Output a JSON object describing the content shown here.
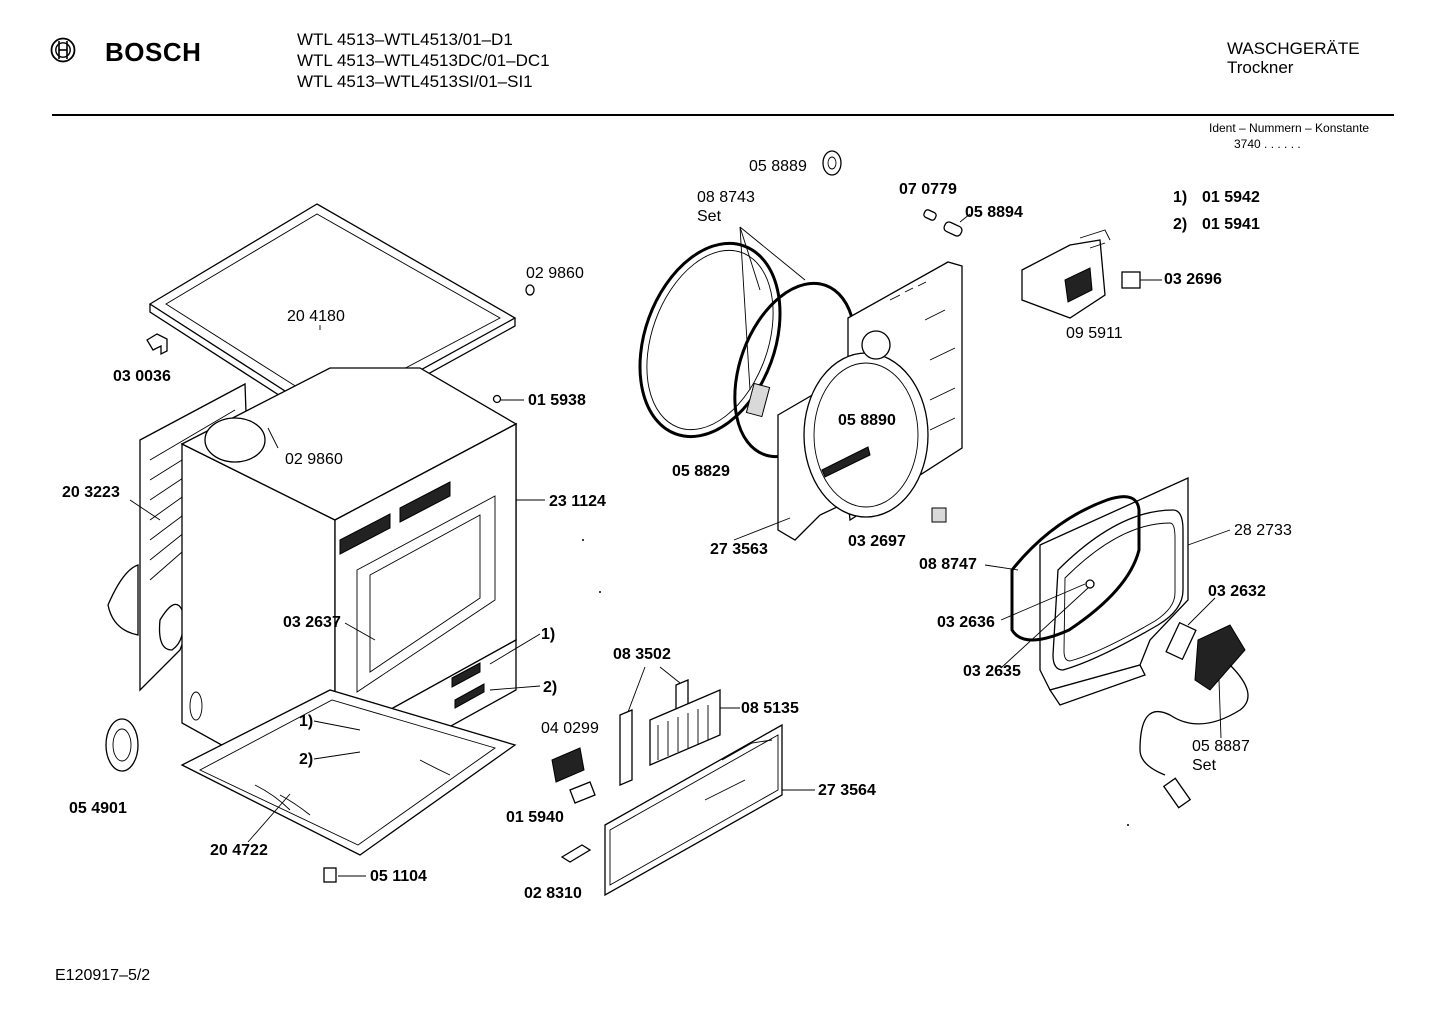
{
  "header": {
    "brand": "BOSCH",
    "models": [
      "WTL 4513–WTL4513/01–D1",
      "WTL 4513–WTL4513DC/01–DC1",
      "WTL 4513–WTL4513SI/01–SI1"
    ],
    "category": "WASCHGERÄTE",
    "subcategory": "Trockner",
    "ident_caption": "Ident – Nummern – Konstante",
    "ident_value": "3740  .  .  .  .  .  ."
  },
  "legend": [
    {
      "mark": "1)",
      "part": "01 5942"
    },
    {
      "mark": "2)",
      "part": "01 5941"
    }
  ],
  "parts": {
    "p204180": "20  4180",
    "p029860a": "02 9860",
    "p029860b": "02 9860",
    "p030036": "03 0036",
    "p015938": "01 5938",
    "p203223": "20 3223",
    "p231124": "23 1124",
    "p032637": "03 2637",
    "m1a": "1)",
    "m2a": "2)",
    "m1b": "1)",
    "m2b": "2)",
    "p054901": "05 4901",
    "p204722": "20 4722",
    "p051104": "05 1104",
    "p058889": "05 8889",
    "p088743": "08 8743",
    "set1": "Set",
    "p070779": "07 0779",
    "p058894": "05 8894",
    "p058890": "05 8890",
    "p058829": "05 8829",
    "p273563": "27 3563",
    "p032697": "03 2697",
    "p032696": "03 2696",
    "p095911": "09 5911",
    "p282733": "28 2733",
    "p088747": "08 8747",
    "p032632": "03 2632",
    "p032636": "03 2636",
    "p032635": "03 2635",
    "p058887": "05 8887",
    "set2": "Set",
    "p083502": "08 3502",
    "p085135": "08 5135",
    "p040299": "04 0299",
    "p015940": "01 5940",
    "p273564": "27 3564",
    "p028310": "02 8310"
  },
  "footer": {
    "code": "E120917–5/2"
  },
  "icons": {
    "logo": "bosch-armature-logo"
  }
}
